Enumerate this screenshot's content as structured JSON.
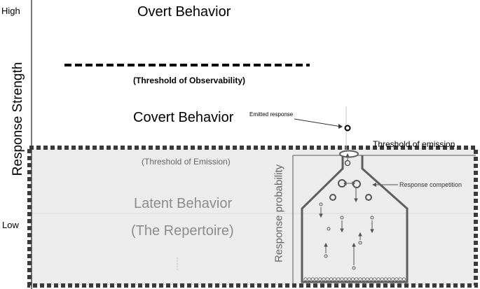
{
  "axis": {
    "title": "Response Strength",
    "high_label": "High",
    "low_label": "Low"
  },
  "levels": {
    "overt": "Overt Behavior",
    "observability_threshold": "(Threshold of Observability)",
    "covert": "Covert Behavior",
    "emission_threshold": "(Threshold of Emission)",
    "latent": "Latent Behavior",
    "repertoire": "(The Repertoire)"
  },
  "flask": {
    "probability_label": "Response probability",
    "emitted_response": "Emitted response",
    "threshold_of_emission": "Threshold of emission",
    "response_competition": "Response competition"
  },
  "colors": {
    "latent_fill": "#ececec",
    "gray_text": "#8c8c8c",
    "flask_stroke": "#5e5e5e",
    "border": "#3a3a3a"
  }
}
